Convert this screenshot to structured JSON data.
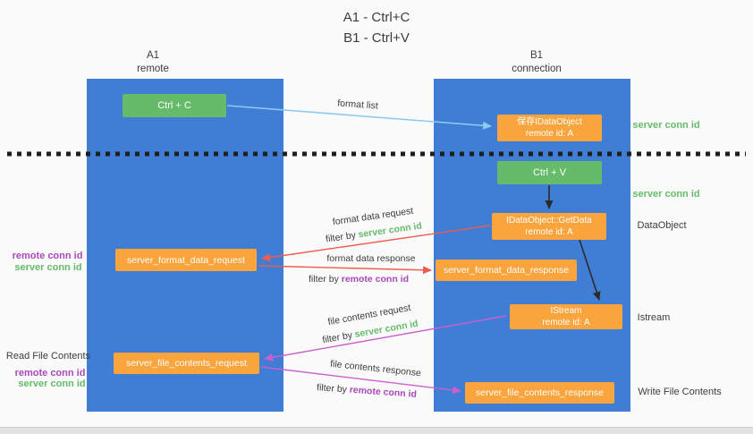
{
  "title": {
    "line1": "A1 - Ctrl+C",
    "line2": "B1 - Ctrl+V"
  },
  "lanes": {
    "left": {
      "name": "A1",
      "role": "remote"
    },
    "right": {
      "name": "B1",
      "role": "connection"
    }
  },
  "nodes": {
    "ctrl_c": {
      "label": "Ctrl + C"
    },
    "save_dataobject": {
      "line1": "保存IDataObject",
      "line2": "remote id: A"
    },
    "ctrl_v": {
      "label": "Ctrl + V"
    },
    "getdata": {
      "line1": "IDataObject::GetData",
      "line2": "remote id: A"
    },
    "format_request": {
      "label": "server_format_data_request"
    },
    "format_response": {
      "label": "server_format_data_response"
    },
    "istream": {
      "line1": "IStream",
      "line2": "remote id: A"
    },
    "file_request": {
      "label": "server_file_contents_request"
    },
    "file_response": {
      "label": "server_file_contents_response"
    }
  },
  "annotations": {
    "server_conn_id_top": "server conn id",
    "server_conn_id_mid": "server conn id",
    "dataobject": "DataObject",
    "istream": "Istream",
    "read_file_contents": "Read File Contents",
    "write_file_contents": "Write File Contents",
    "left_remote_conn_id_1": "remote conn id",
    "left_server_conn_id_1": "server conn id",
    "left_remote_conn_id_2": "remote conn id",
    "left_server_conn_id_2": "server conn id"
  },
  "arrows": {
    "format_list": {
      "label": "format list"
    },
    "format_data_request": {
      "label": "format data request",
      "filter_prefix": "filter by",
      "filter_key": "server conn id"
    },
    "format_data_response": {
      "label": "format data response",
      "filter_prefix": "filter by",
      "filter_key": "remote conn id"
    },
    "file_contents_request": {
      "label": "file contents request",
      "filter_prefix": "filter by",
      "filter_key": "server conn id"
    },
    "file_contents_response": {
      "label": "file contents response",
      "filter_prefix": "filter by",
      "filter_key": "remote conn id"
    }
  },
  "colors": {
    "lane_blue": "#3f7ed4",
    "box_green": "#66bb6a",
    "box_orange": "#f9a43c",
    "arrow_blue": "#8ccbee",
    "arrow_black": "#2b2b2b",
    "arrow_red": "#ef5b50",
    "arrow_magenta": "#cb5fd0",
    "text_green": "#66bb6a",
    "text_purple": "#ab47bc",
    "background": "#fafafa"
  }
}
